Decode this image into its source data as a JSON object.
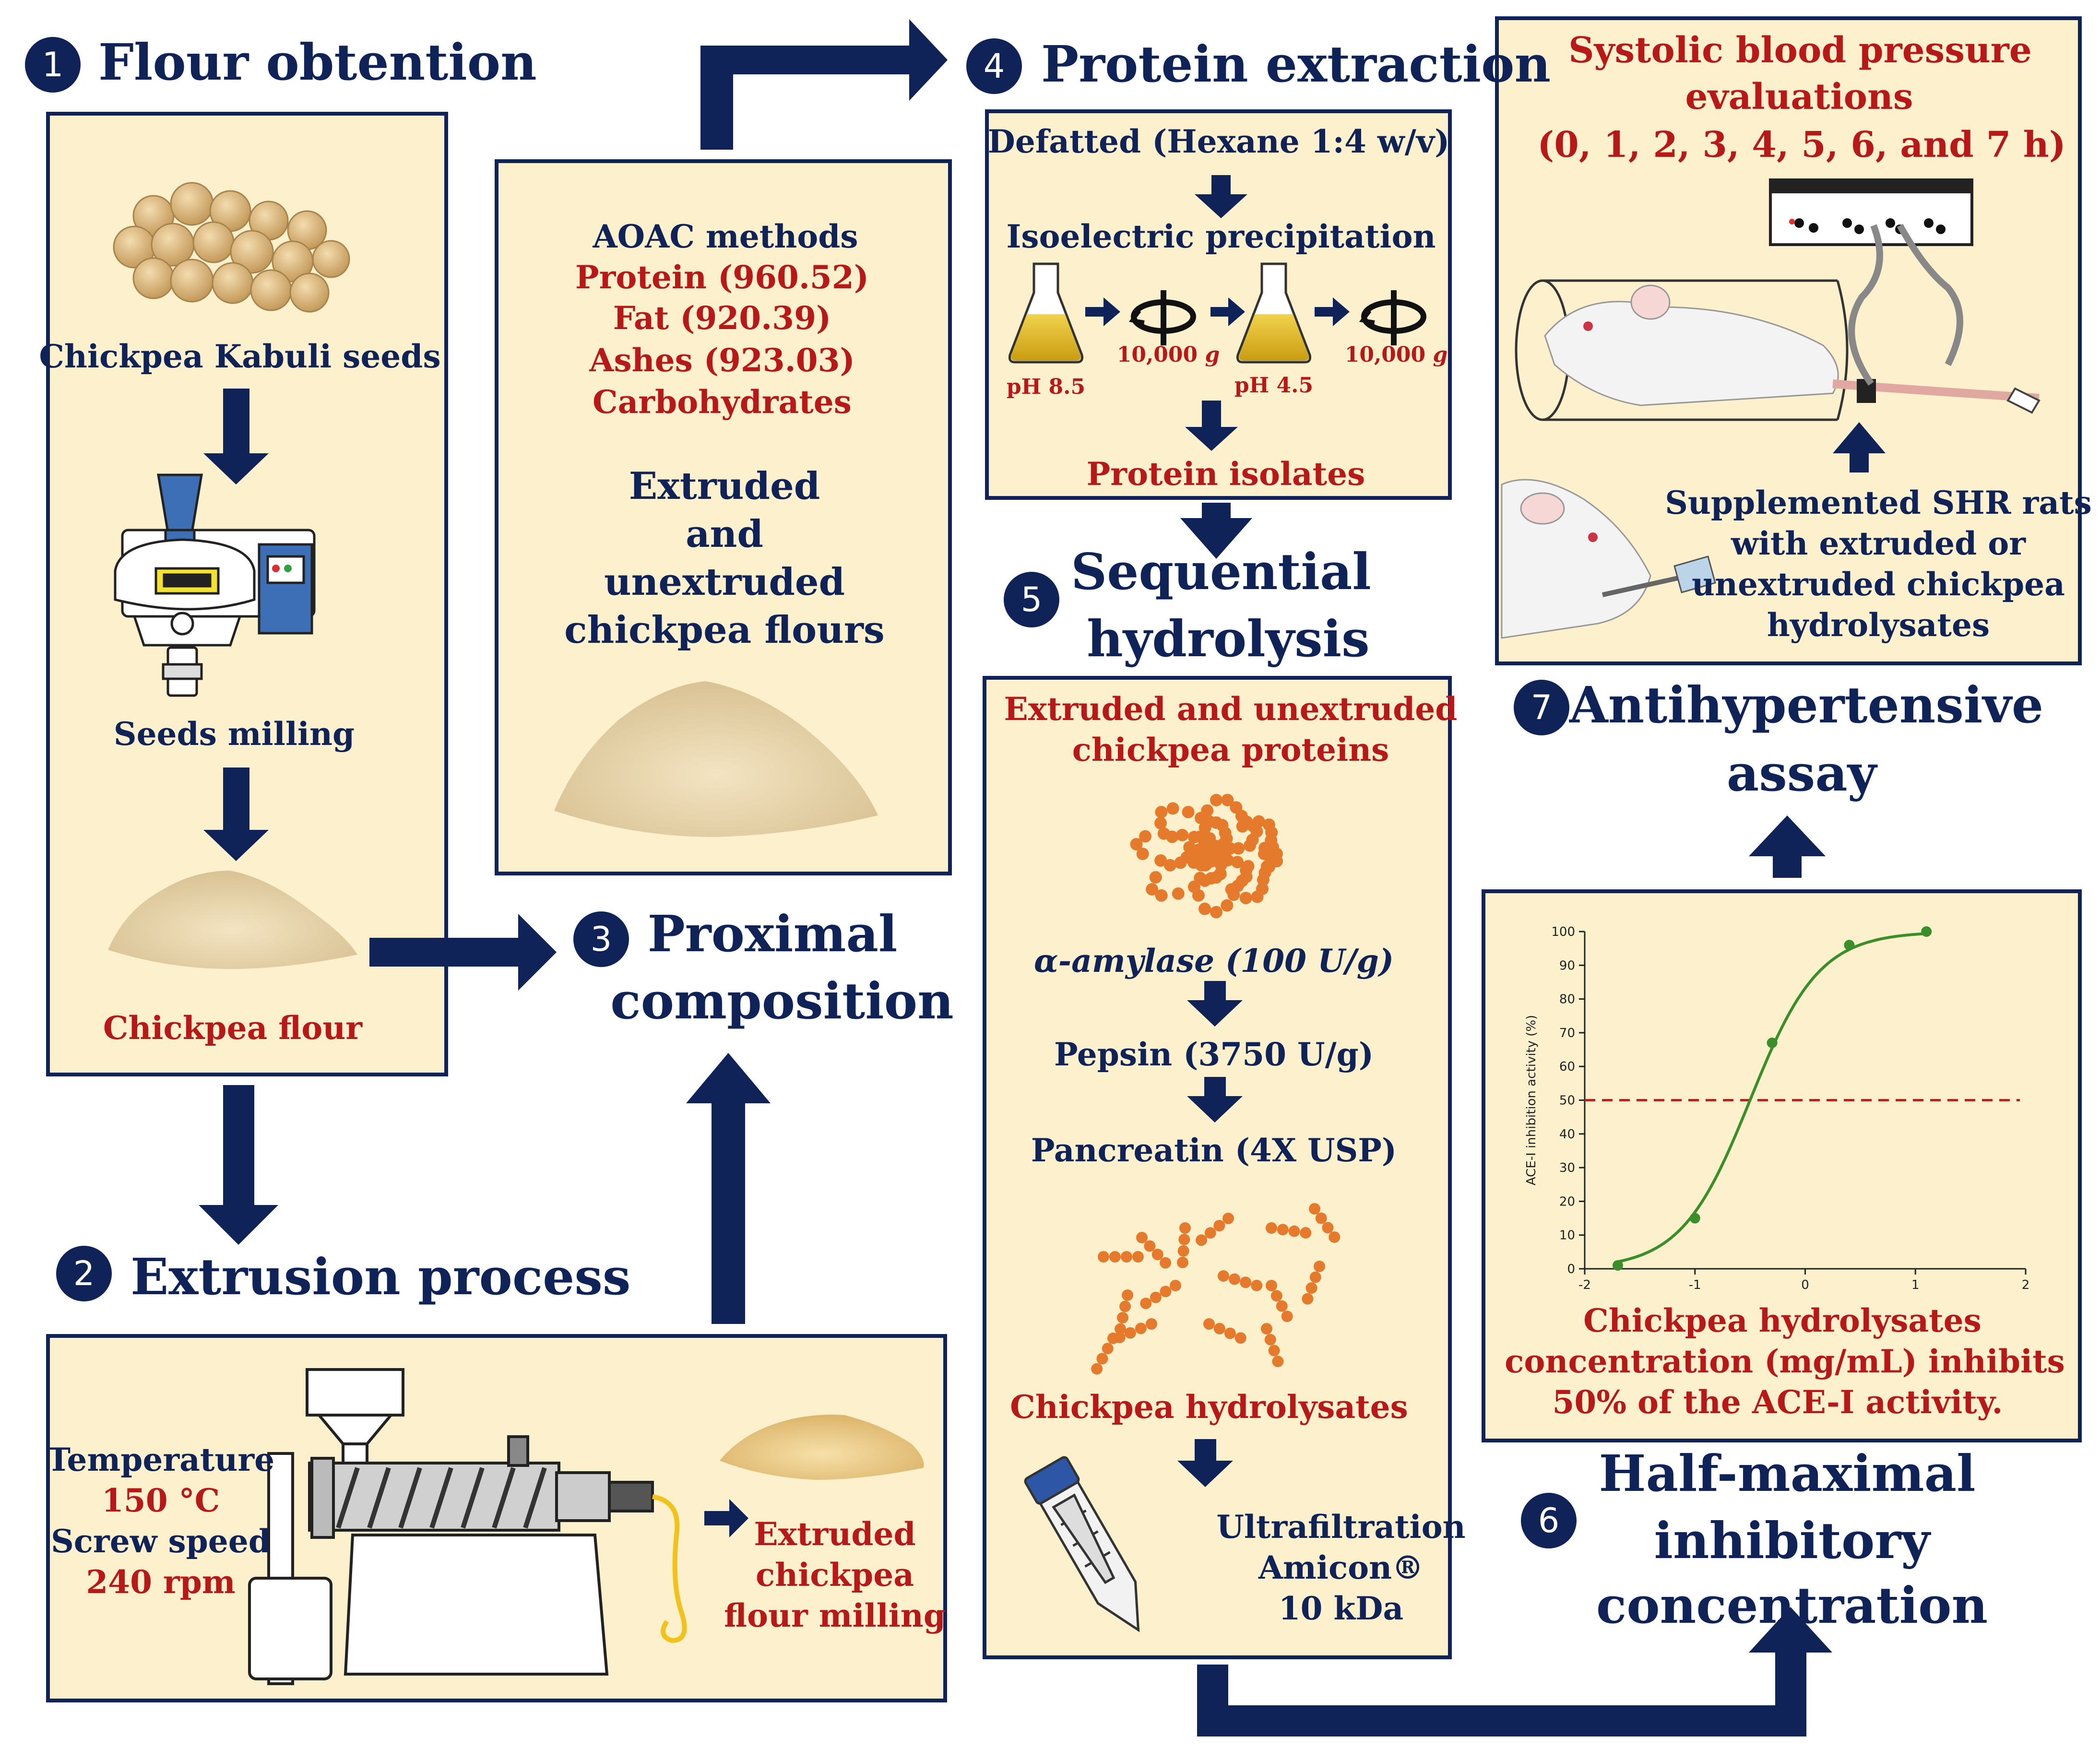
{
  "colors": {
    "navy": "#0f2358",
    "red": "#b81818",
    "panel": "#fdf1cd",
    "curve": "#3a8f2a",
    "dashed": "#d51616"
  },
  "steps": {
    "s1": {
      "number": "1",
      "title": "Flour obtention"
    },
    "s2": {
      "number": "2",
      "title": "Extrusion process"
    },
    "s3": {
      "number": "3",
      "title": [
        "Proximal",
        "composition"
      ]
    },
    "s4": {
      "number": "4",
      "title": "Protein extraction"
    },
    "s5": {
      "number": "5",
      "title": [
        "Sequential",
        "hydrolysis"
      ]
    },
    "s6": {
      "number": "6",
      "title": [
        "Half-maximal",
        "inhibitory",
        "concentration"
      ]
    },
    "s7": {
      "number": "7",
      "title": [
        "Antihypertensive",
        "assay"
      ]
    }
  },
  "flour": {
    "seeds_label": "Chickpea Kabuli seeds",
    "milling_label": "Seeds milling",
    "flour_label": "Chickpea flour"
  },
  "extrusion": {
    "temp_label": "Temperature",
    "temp_value": "150 °C",
    "speed_label": "Screw speed",
    "speed_value": "240 rpm",
    "output": [
      "Extruded",
      "chickpea",
      "flour milling"
    ]
  },
  "proximal": {
    "aoac": "AOAC methods",
    "items": [
      "Protein (960.52)",
      "Fat (920.39)",
      "Ashes (923.03)",
      "Carbohydrates"
    ],
    "flours": [
      "Extruded",
      "and",
      "unextruded",
      "chickpea flours"
    ]
  },
  "protein": {
    "defatted": "Defatted (Hexane 1:4 w/v)",
    "isoelectric": "Isoelectric precipitation",
    "ph1": "pH 8.5",
    "ph2": "pH 4.5",
    "g1": "10,000",
    "g2": "10,000",
    "g_unit": "g",
    "isolates": "Protein isolates"
  },
  "hydrolysis": {
    "proteins": [
      "Extruded and unextruded",
      "chickpea proteins"
    ],
    "enzymes": [
      "α-amylase (100 U/g)",
      "Pepsin (3750 U/g)",
      "Pancreatin (4X USP)"
    ],
    "hydrolysates": "Chickpea hydrolysates",
    "ultra": [
      "Ultrafiltration",
      "Amicon®",
      "10 kDa"
    ]
  },
  "ic50": {
    "caption": [
      "Chickpea hydrolysates",
      "concentration (mg/mL) inhibits",
      "50% of the ACE-I activity."
    ]
  },
  "assay": {
    "sbp": [
      "Systolic blood pressure",
      "evaluations",
      "(0, 1, 2, 3, 4, 5, 6, and 7 h)"
    ],
    "rats": [
      "Supplemented SHR rats",
      "with extruded or",
      "unextruded chickpea",
      "hydrolysates"
    ]
  },
  "chart_data": {
    "type": "line",
    "title": "",
    "xlabel": "",
    "ylabel": "ACE-I inhibition activity (%)",
    "xlim": [
      -2,
      2
    ],
    "ylim": [
      0,
      100
    ],
    "xticks": [
      -2,
      -1,
      0,
      1,
      2
    ],
    "yticks": [
      0,
      10,
      20,
      30,
      40,
      50,
      60,
      70,
      80,
      90,
      100
    ],
    "series": [
      {
        "x": [
          -1.7,
          -1.0,
          -0.3,
          0.4,
          1.1
        ],
        "y": [
          1,
          15,
          67,
          96,
          100
        ]
      }
    ],
    "reference_line_y": 50
  }
}
